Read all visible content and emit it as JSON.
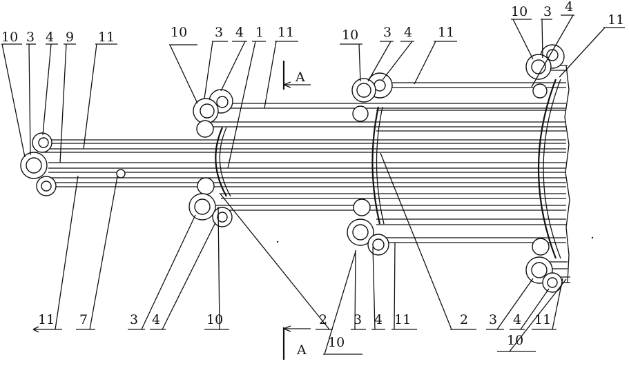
{
  "figure": {
    "labels": {
      "l10": "10",
      "l3": "3",
      "l4": "4",
      "l9": "9",
      "l11": "11",
      "l1": "1",
      "l7": "7",
      "l2": "2",
      "lA": "A"
    },
    "colors": {
      "ink": "#111111",
      "paper": "#ffffff"
    }
  }
}
